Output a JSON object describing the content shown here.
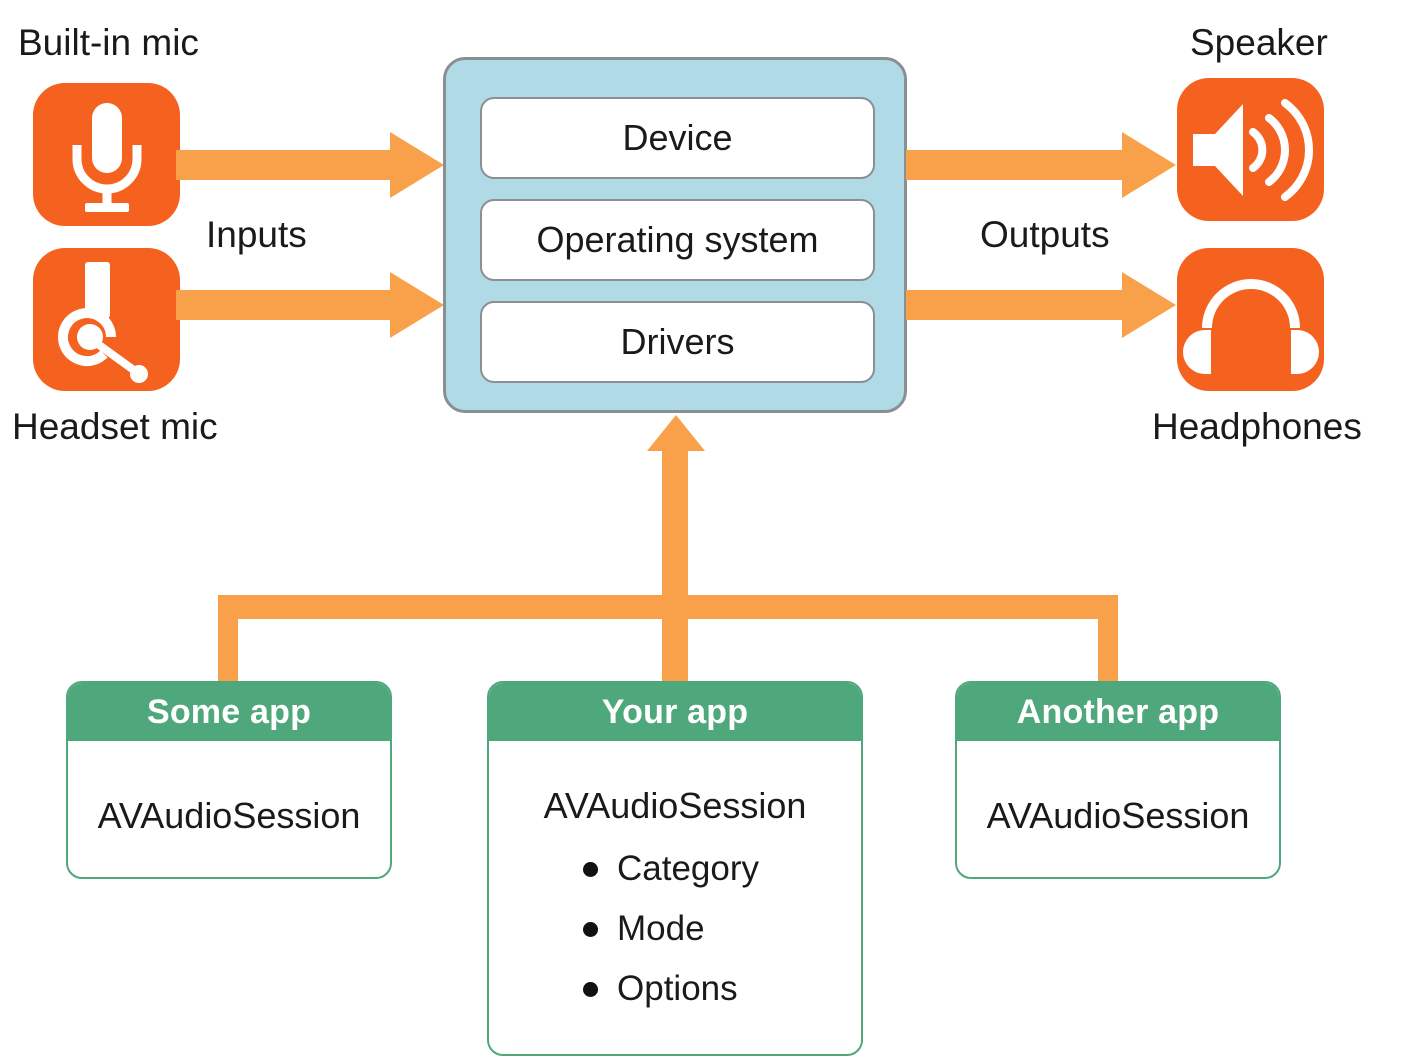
{
  "colors": {
    "tile_orange": "#F5621F",
    "arrow_orange": "#F9A14A",
    "os_blue": "#AFDAE6",
    "os_border": "#8A8F92",
    "app_green": "#4FA77C",
    "text": "#1A1A1A",
    "card_white": "#FFFFFF"
  },
  "inputs": {
    "flow_label": "Inputs",
    "devices": [
      {
        "label": "Built-in mic",
        "icon": "microphone-icon",
        "label_position": "above"
      },
      {
        "label": "Headset mic",
        "icon": "headset-mic-icon",
        "label_position": "below"
      }
    ]
  },
  "outputs": {
    "flow_label": "Outputs",
    "devices": [
      {
        "label": "Speaker",
        "icon": "speaker-waves-icon",
        "label_position": "above"
      },
      {
        "label": "Headphones",
        "icon": "headphones-icon",
        "label_position": "below"
      }
    ]
  },
  "system": {
    "layers": [
      {
        "label": "Device"
      },
      {
        "label": "Operating system"
      },
      {
        "label": "Drivers"
      }
    ]
  },
  "apps": [
    {
      "title": "Some app",
      "api": "AVAudioSession",
      "options": []
    },
    {
      "title": "Your app",
      "api": "AVAudioSession",
      "options": [
        "Category",
        "Mode",
        "Options"
      ]
    },
    {
      "title": "Another app",
      "api": "AVAudioSession",
      "options": []
    }
  ]
}
